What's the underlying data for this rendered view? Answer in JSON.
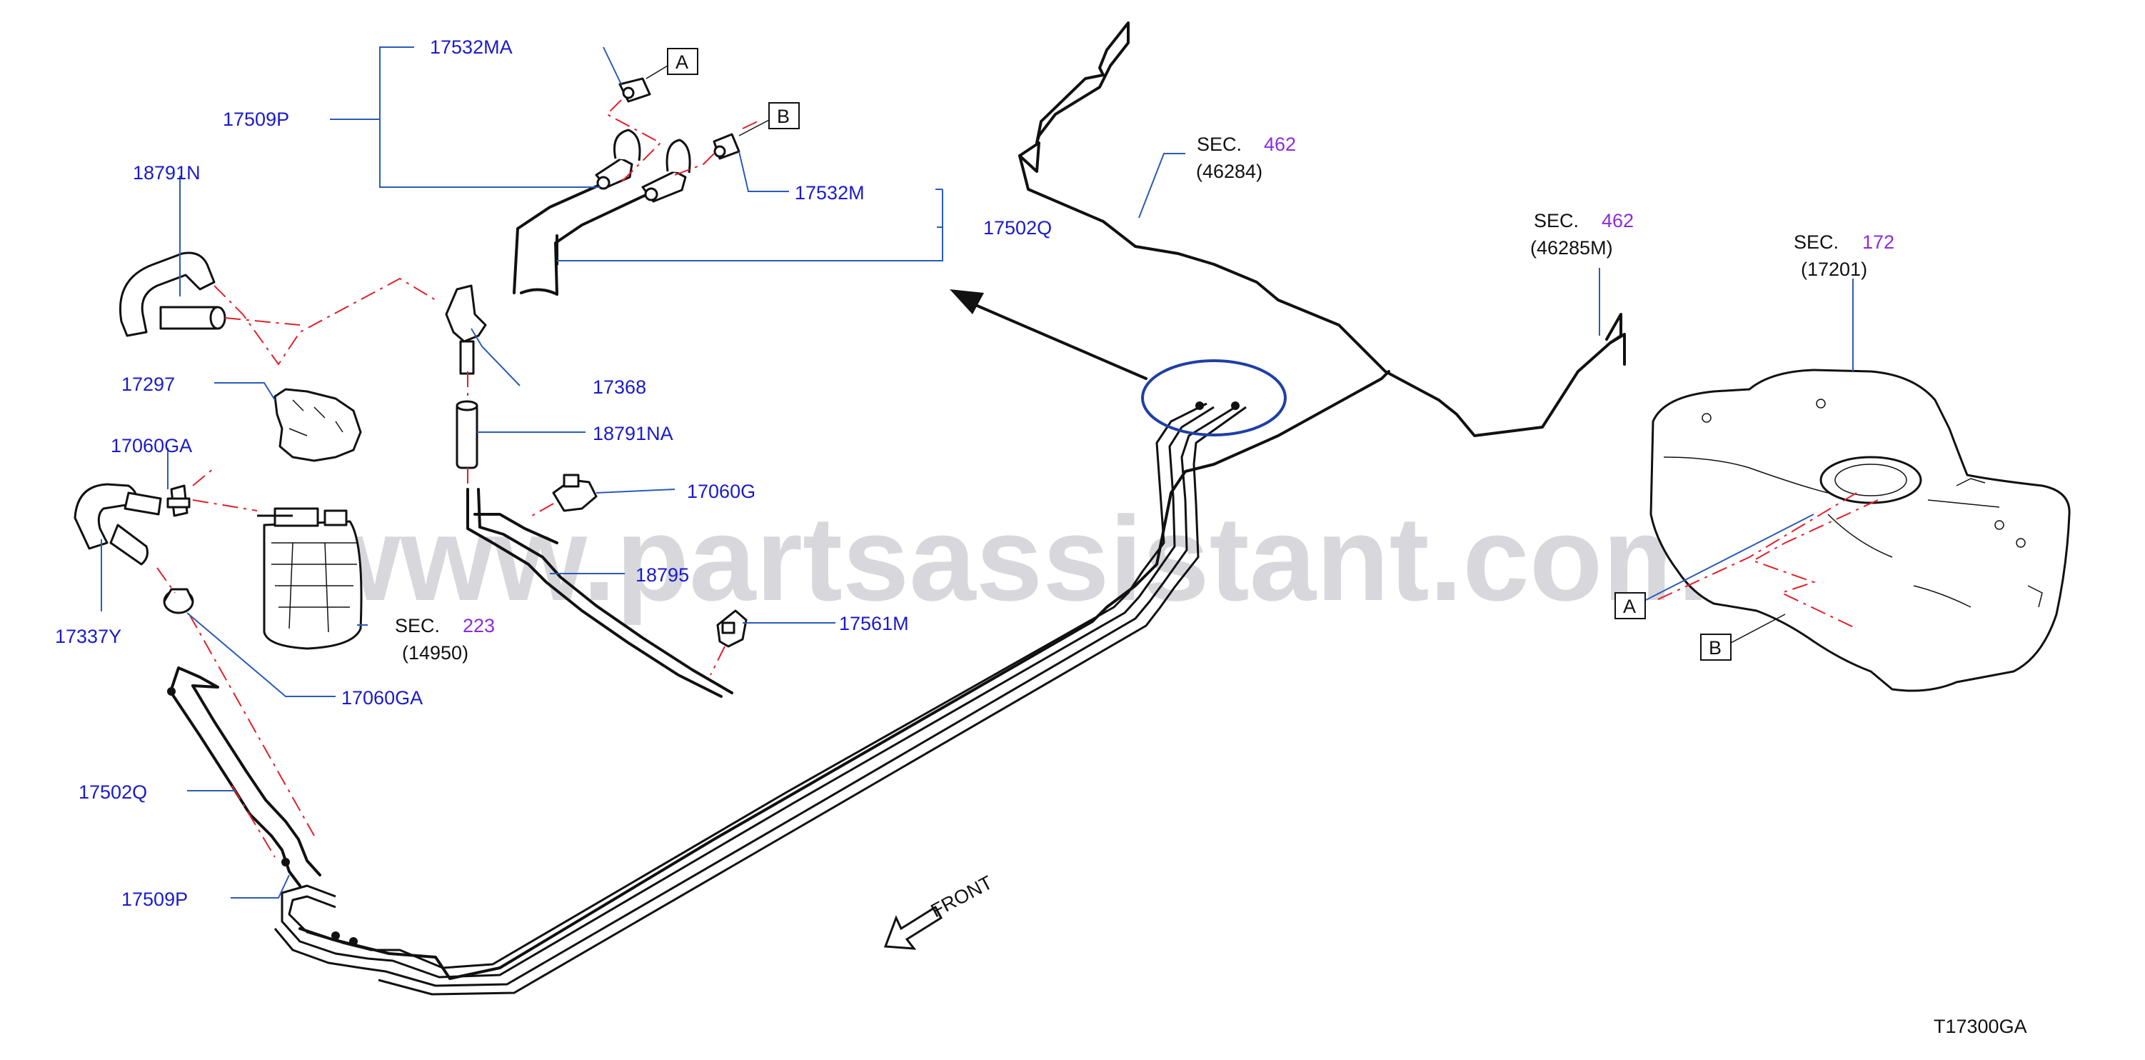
{
  "watermark": "www.partsassistant.com",
  "diagram_code": "T17300GA",
  "front_label": "FRONT",
  "labels": {
    "p17532MA": "17532MA",
    "p17509P_top": "17509P",
    "p18791N": "18791N",
    "p17297": "17297",
    "p17060GA_top": "17060GA",
    "p17337Y": "17337Y",
    "p17368": "17368",
    "p18791NA": "18791NA",
    "p17060G": "17060G",
    "p18795": "18795",
    "p17561M": "17561M",
    "p17532M": "17532M",
    "p17502Q_top": "17502Q",
    "p17060GA_bot": "17060GA",
    "p17502Q_bot": "17502Q",
    "p17509P_bot": "17509P"
  },
  "callouts": {
    "a": "A",
    "b": "B"
  },
  "sections": [
    {
      "prefix": "SEC.",
      "number": "462",
      "ref": "(46284)"
    },
    {
      "prefix": "SEC.",
      "number": "462",
      "ref": "(46285M)"
    },
    {
      "prefix": "SEC.",
      "number": "172",
      "ref": "(17201)"
    },
    {
      "prefix": "SEC.",
      "number": "223",
      "ref": "(14950)"
    }
  ],
  "colors": {
    "part_label": "#1a1acc",
    "section_number": "#8a2be2",
    "leader": "#2a5bb8",
    "dash_chain": "#e0202a",
    "zoom_ellipse": "#1f3fa6"
  }
}
